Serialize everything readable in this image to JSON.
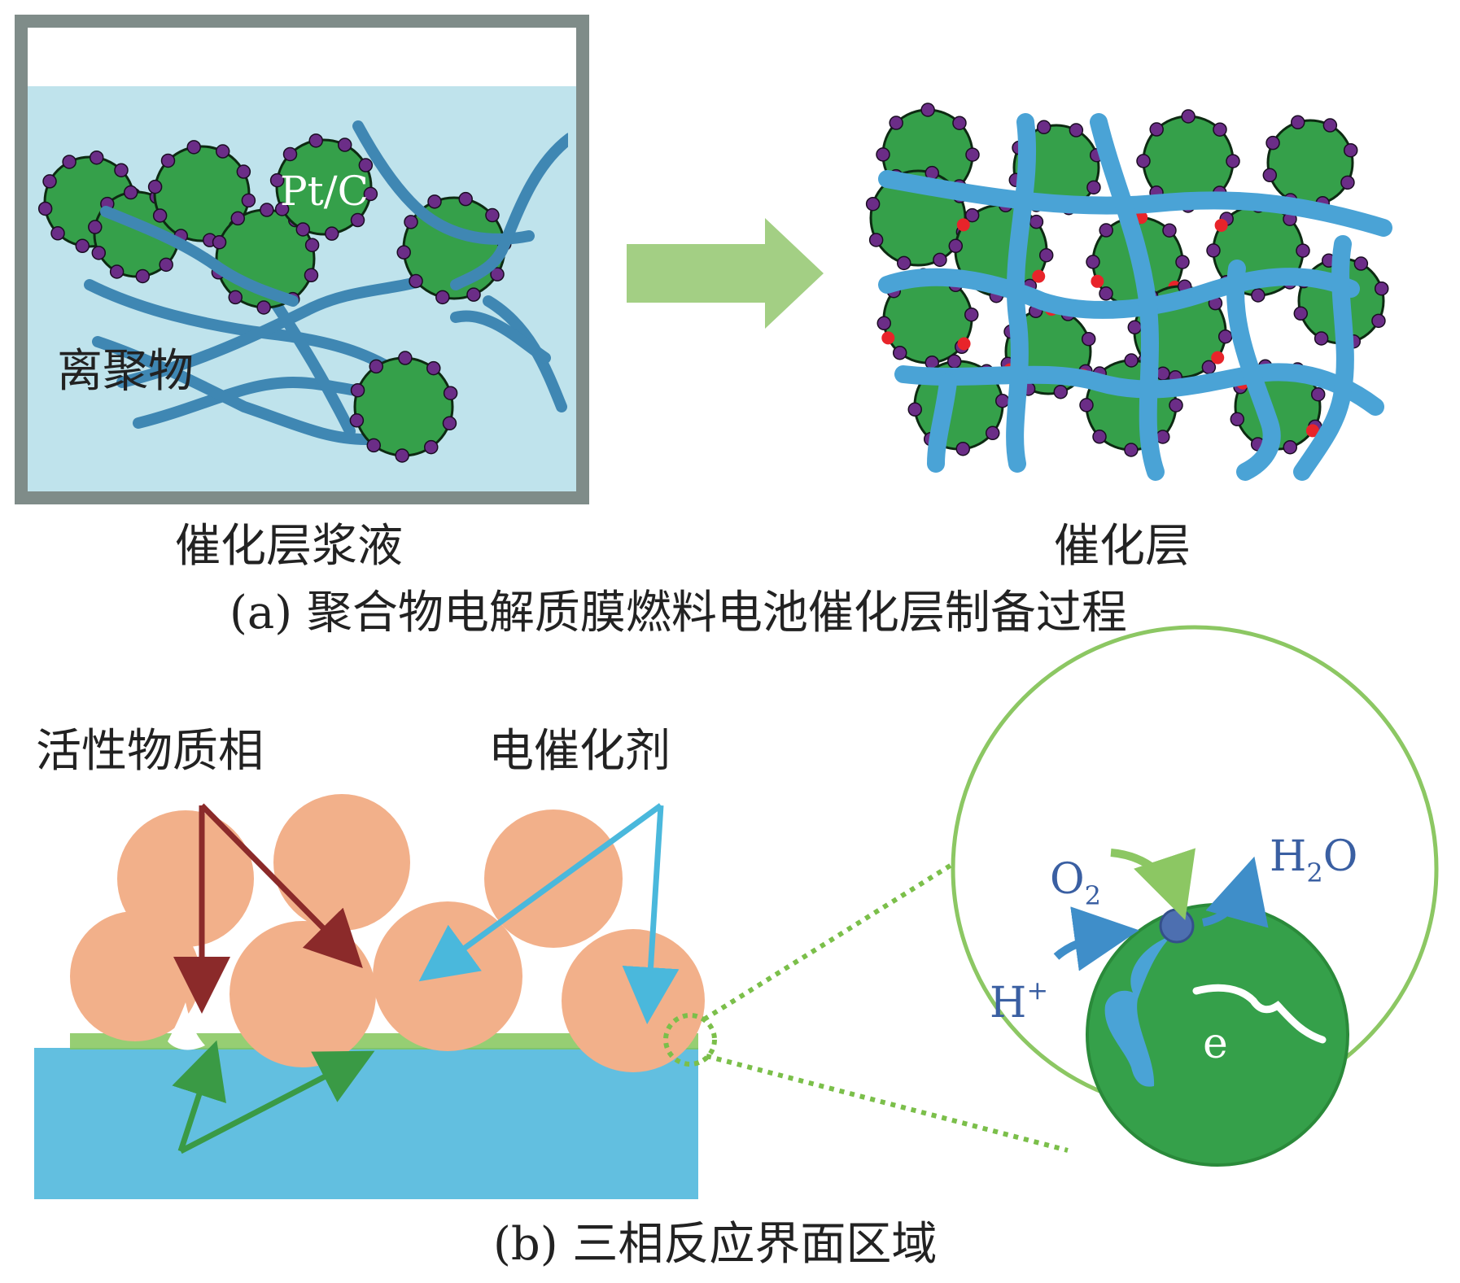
{
  "panel_a": {
    "slurry_ptc_label": "Pt/C",
    "slurry_ionomer_label": "离聚物",
    "slurry_caption": "催化层浆液",
    "layer_caption": "催化层",
    "caption": "(a) 聚合物电解质膜燃料电池催化层制备过程"
  },
  "panel_b": {
    "active_phase_label": "活性物质相",
    "electrocatalyst_label": "电催化剂",
    "o2_label": "O",
    "o2_sub": "2",
    "h2o_label_h": "H",
    "h2o_sub": "2",
    "h2o_label_o": "O",
    "hplus_label": "H",
    "hplus_sup": "+",
    "electron_label": "e",
    "caption": "(b) 三相反应界面区域"
  },
  "colors": {
    "slurry_liquid": "#bfe3ec",
    "container_border": "#7f8c89",
    "carbon_green": "#35a04a",
    "pt_purple": "#6b2d87",
    "ionomer_dark": "#3f87b3",
    "ionomer_light": "#4aa3d6",
    "binding_red": "#e8242a",
    "arrow_green": "#a3cf84",
    "particle_peach": "#f2b08a",
    "membrane_blue": "#62bfe0",
    "arrow_darkred": "#8b2a2a",
    "arrow_cyan": "#4ab8dc",
    "arrow_green_dark": "#3a9a45",
    "label_blue": "#3a5fa2"
  }
}
